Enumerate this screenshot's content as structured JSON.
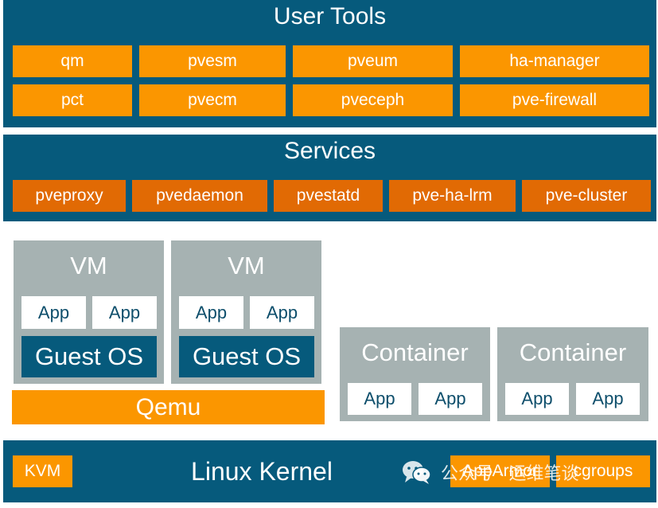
{
  "user_tools": {
    "title": "User Tools",
    "items": [
      "qm",
      "pvesm",
      "pveum",
      "ha-manager",
      "pct",
      "pvecm",
      "pveceph",
      "pve-firewall"
    ]
  },
  "services": {
    "title": "Services",
    "items": [
      "pveproxy",
      "pvedaemon",
      "pvestatd",
      "pve-ha-lrm",
      "pve-cluster"
    ]
  },
  "vms": [
    {
      "title": "VM",
      "apps": [
        "App",
        "App"
      ],
      "guest_os": "Guest OS"
    },
    {
      "title": "VM",
      "apps": [
        "App",
        "App"
      ],
      "guest_os": "Guest OS"
    }
  ],
  "qemu": {
    "label": "Qemu"
  },
  "containers": [
    {
      "title": "Container",
      "apps": [
        "App",
        "App"
      ]
    },
    {
      "title": "Container",
      "apps": [
        "App",
        "App"
      ]
    }
  ],
  "kernel": {
    "title": "Linux Kernel",
    "kvm": "KVM",
    "apparmor": "AppArmor",
    "cgroups": "cgroups"
  },
  "watermark": {
    "text": "公众号 · 运维笔谈",
    "icon": "wechat-icon"
  },
  "colors": {
    "teal": "#065a7c",
    "orange": "#fb9600",
    "dark_orange": "#e16a04",
    "gray": "#a6b2b2"
  }
}
